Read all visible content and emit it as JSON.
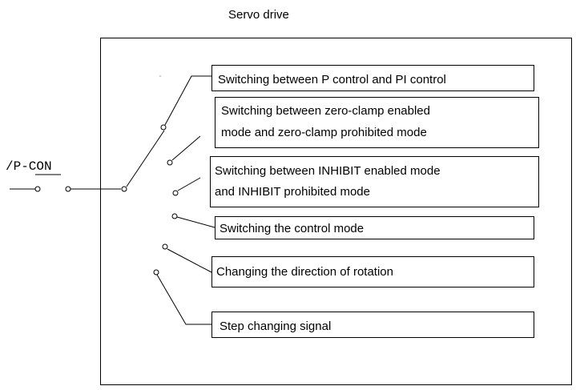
{
  "title": "Servo drive",
  "input_signal": "/P-CON",
  "functions": [
    {
      "lines": [
        "Switching between P control and PI control"
      ]
    },
    {
      "lines": [
        "Switching between zero-clamp enabled",
        "mode and zero-clamp prohibited mode"
      ]
    },
    {
      "lines": [
        "Switching between INHIBIT enabled mode",
        "and INHIBIT prohibited mode"
      ]
    },
    {
      "lines": [
        "Switching the control mode"
      ]
    },
    {
      "lines": [
        "Changing the direction of rotation"
      ]
    },
    {
      "lines": [
        "Step changing signal"
      ]
    }
  ],
  "colors": {
    "line": "#000000",
    "background": "#ffffff"
  }
}
